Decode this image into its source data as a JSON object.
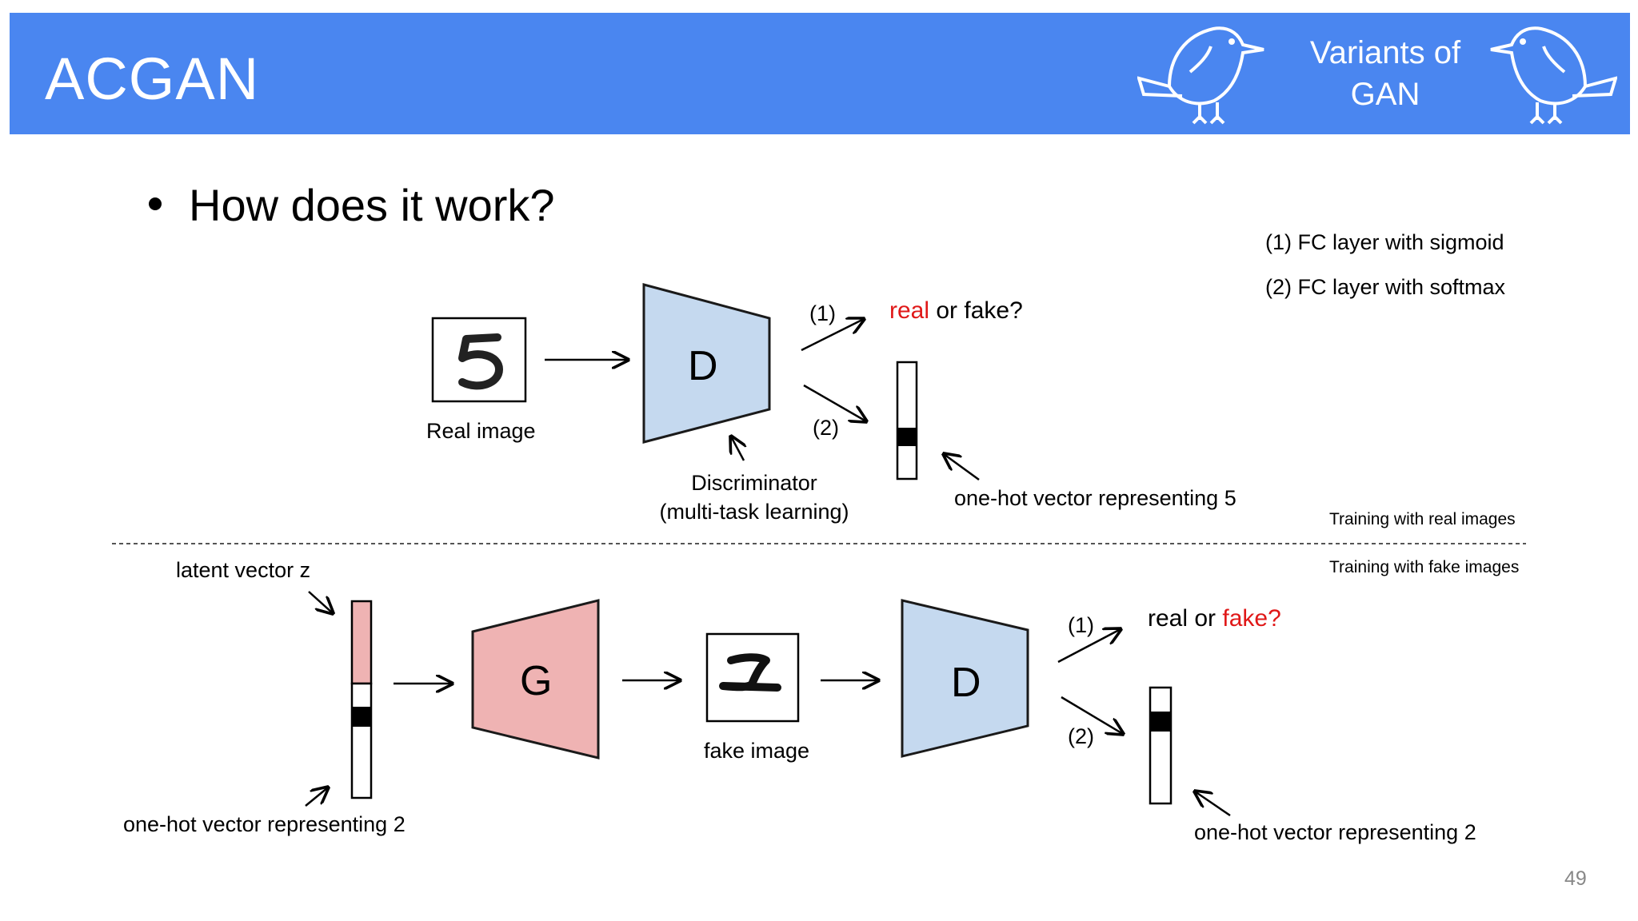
{
  "header": {
    "title": "ACGAN",
    "subtitle_line1": "Variants of",
    "subtitle_line2": "GAN",
    "color": "#4a86f0"
  },
  "bullet": "How does it work?",
  "legend": {
    "item1": "(1) FC layer with sigmoid",
    "item2": "(2) FC layer with softmax"
  },
  "real_section": {
    "real_image_label": "Real image",
    "discriminator_box": "D",
    "discriminator_caption_line1": "Discriminator",
    "discriminator_caption_line2": "(multi-task learning)",
    "branch1_label": "(1)",
    "branch2_label": "(2)",
    "output_real_word": "real",
    "output_rest": " or fake?",
    "onehot_label": "one-hot vector representing 5",
    "section_note": "Training with real images"
  },
  "fake_section": {
    "section_note": "Training with fake images",
    "latent_label": "latent vector z",
    "onehot_input_label": "one-hot vector representing 2",
    "generator_box": "G",
    "fake_image_label": "fake image",
    "discriminator_box": "D",
    "branch1_label": "(1)",
    "branch2_label": "(2)",
    "output_real_part": "real or ",
    "output_fake_word": "fake?",
    "onehot_output_label": "one-hot vector representing 2"
  },
  "page_number": "49",
  "colors": {
    "discriminator_fill": "#c5d9ef",
    "generator_fill": "#efb3b3",
    "highlight_red": "#e01818"
  }
}
